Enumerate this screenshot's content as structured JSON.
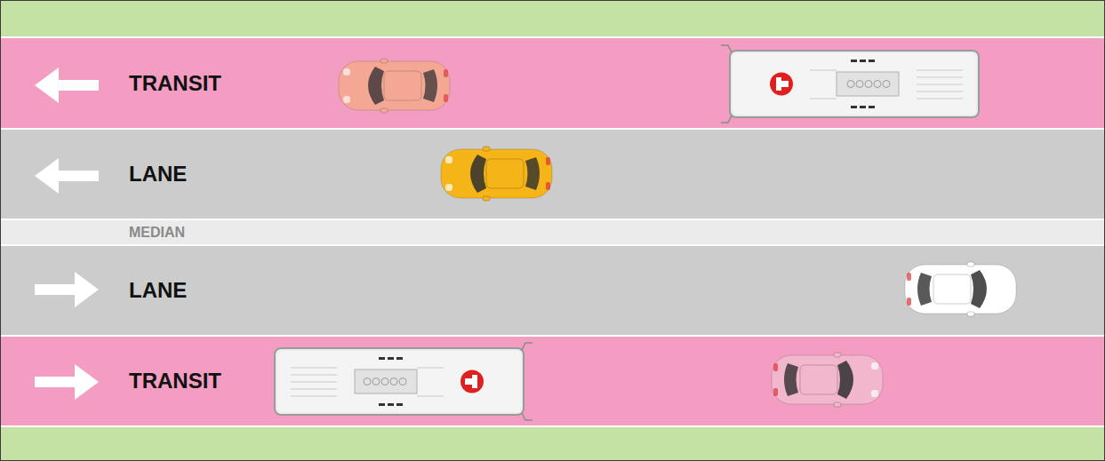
{
  "diagram": {
    "nodes": [
      {
        "text": [
          "TRANSIT"
        ]
      },
      {
        "text": [
          "LANE"
        ]
      },
      {
        "text": [
          "MEDIAN"
        ]
      },
      {
        "text": [
          "LANE"
        ]
      },
      {
        "text": [
          "TRANSIT"
        ]
      }
    ]
  }
}
